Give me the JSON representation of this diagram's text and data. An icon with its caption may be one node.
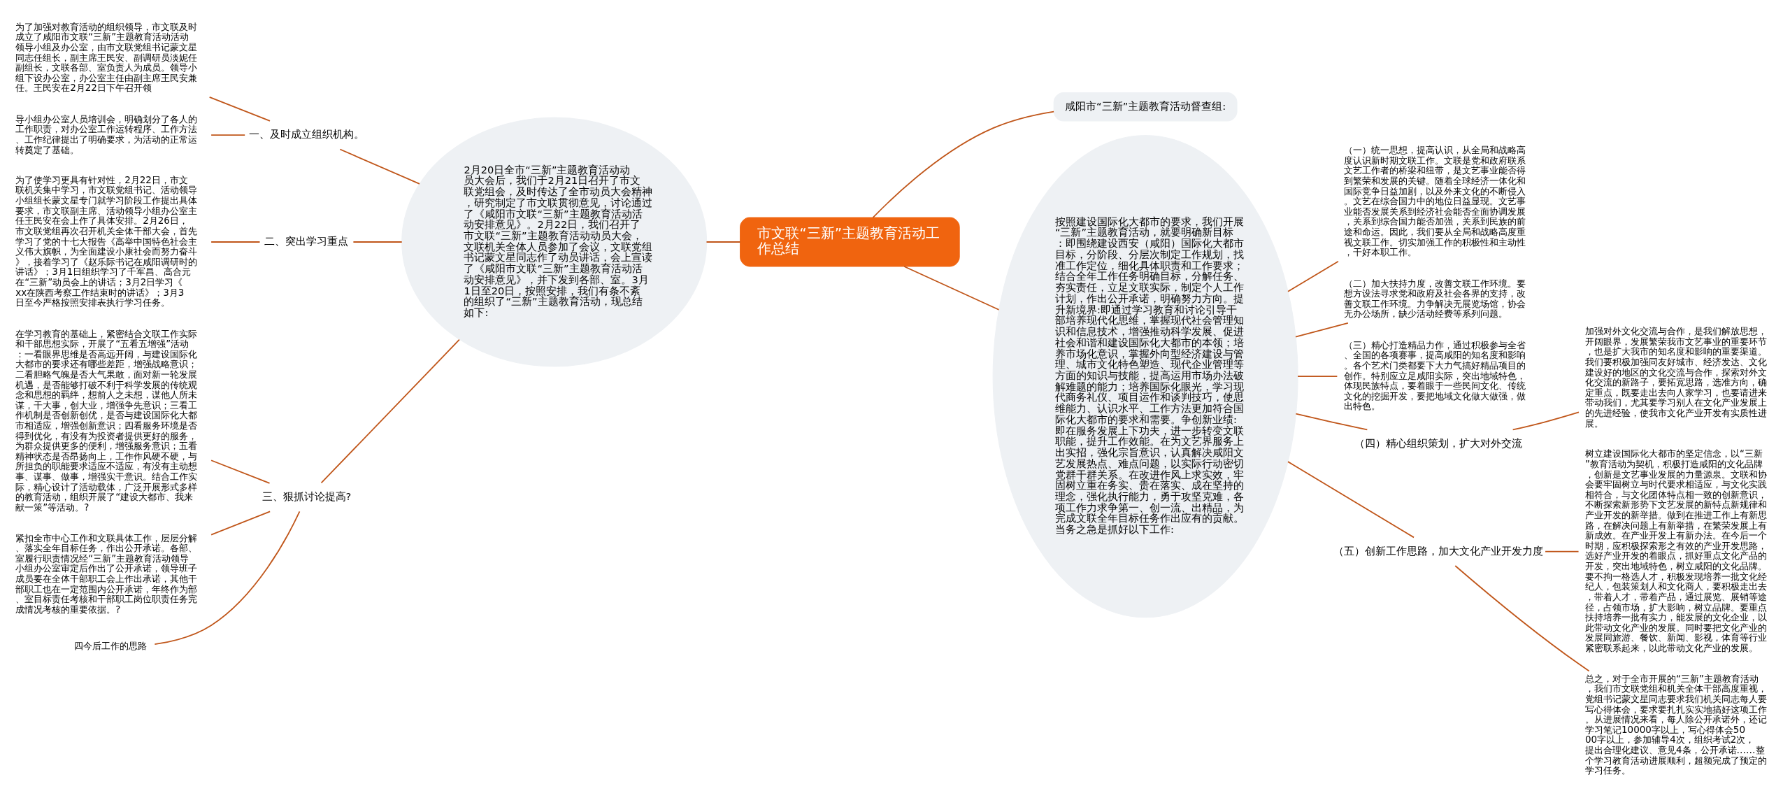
{
  "diagram": {
    "nodes": [
      {
        "text": [
          "市文联“三新”主题教育活动工作总结"
        ]
      },
      {
        "text": [
          "咸阳市“三新”主题教育活动督查组:"
        ]
      },
      {
        "text": [
          "2月20日全市“三新”主题教育活动动员大会后，我们于2月21日召开了市文联党组会，及时传达了全市动员大会精神，研究制定了市文联贯彻意见，讨论通过了《咸阳市文联“三新”主题教育活动活动安排意见》。2月22日，我们召开了市文联“三新”主题教育活动动员大会，文联机关全体人员参加了会议，文联党组书记蒙文星同志作了动员讲话，会上宣读了《咸阳市文联“三新”主题教育活动活动安排意见》，并下发到各部、室。3月1日至20日，按照安排，我们有条不紊的组织了“三新”主题教育活动，现总结如下:"
        ]
      },
      {
        "text": [
          "一、及时成立组织机构。"
        ]
      },
      {
        "text": [
          "为了加强对教育活动的组织领导，市文联及时成立了咸阳市文联“三新”主题教育活动活动领导小组及办公室，由市文联党组书记蒙文星同志任组长，副主席王民安、副调研员淡妮任副组长，文联各部、室负责人为成员。领导小组下设办公室，办公室主任由副主席王民安兼任。王民安在2月22日下午召开领"
        ]
      },
      {
        "text": [
          "导小组办公室人员培训会，明确划分了各人的工作职责，对办公室工作运转程序、工作方法、工作纪律提出了明确要求，为活动的正常运转奠定了基础。"
        ]
      },
      {
        "text": [
          "二、突出学习重点"
        ]
      },
      {
        "text": [
          "为了使学习更具有针对性，2月22日，市文联机关集中学习，市文联党组书记、活动领导小组组长蒙文星专门就学习阶段工作提出具体要求，市文联副主席、活动领导小组办公室主任王民安在会上作了具体安排。2月26日，市文联党组再次召开机关全体干部大会，首先学习了党的十七大报告《高举中国特色社会主义伟大旗帜，为全面建设小康社会而努力奋斗》，接着学习了《赵乐际书记在咸阳调研时的讲话》；3月1日组织学习了千军昌、高合元在“三新”动员会上的讲话；3月2日学习《xx在陕西考察工作结束时的讲话》；3月3日至今严格按照安排表执行学习任务。"
        ]
      },
      {
        "text": [
          "三、狠抓讨论提高?"
        ]
      },
      {
        "text": [
          "在学习教育的基础上，紧密结合文联工作实际和干部思想实际，开展了“五看五增强”活动：一看眼界思维是否高远开阔，与建设国际化大都市的要求还有哪些差距，增强战略意识；二看胆略气魄是否大气果敢，面对新一轮发展机遇，是否能够打破不利于科学发展的传统观念和思想的羁绊，想前人之未想，谋他人所未谋，干大事，创大业，增强争先意识；三看工作机制是否创新创优，是否与建设国际化大都市相适应，增强创新意识；四看服务环境是否得到优化，有没有为投资者提供更好的服务，为群众提供更多的便利，增强服务意识；五看精神状态是否昂扬向上，工作作风硬不硬，与所担负的职能要求适应不适应，有没有主动想事、谋事、做事，增强实干意识。结合工作实际，精心设计了活动载体，广泛开展形式多样的教育活动，组织开展了“建设大都市、我来献一策”等活动。?"
        ]
      },
      {
        "text": [
          "紧扣全市中心工作和文联具体工作，层层分解、落实全年目标任务，作出公开承诺。各部、室履行职责情况经“三新”主题教育活动领导小组办公室审定后作出了公开承诺，领导班子成员要在全体干部职工会上作出承诺，其他干部职工也在一定范围内公开承诺，年终作为部、室目标责任考核和干部职工岗位职责任务完成情况考核的重要依据。?"
        ]
      },
      {
        "text": [
          "四今后工作的思路"
        ]
      },
      {
        "text": [
          "按照建设国际化大都市的要求，我们开展“三新”主题教育活动，就要明确新目标：即围绕建设西安（咸阳）国际化大都市目标，分阶段、分层次制定工作规划，找准工作定位，细化具体职责和工作要求；结合全年工作任务明确目标，分解任务、夯实责任，立足文联实际，制定个人工作计划，作出公开承诺，明确努力方向。提升新境界:即通过学习教育和讨论引导干部培养现代化思维，掌握现代社会管理知识和信息技术，增强推动科学发展、促进社会和谐和建设国际化大都市的本领；培养市场化意识，掌握外向型经济建设与管理、城市文化特色塑造、现代企业管理等方面的知识与技能，提高运用市场办法破解难题的能力；培养国际化眼光，学习现代商务礼仪、项目运作和谈判技巧，使思维能力、认识水平、工作方法更加符合国际化大都市的要求和需要。争创新业绩:即在服务发展上下功夫，进一步转变文联职能，提升工作效能。在为文艺界服务上出实招，强化宗旨意识，认真解决咸阳文艺发展热点、难点问题，以实际行动密切党群干群关系。在改进作风上求实效，牢固树立重在务实、贵在落实、成在坚持的理念，强化执行能力，勇于攻坚克难，各项工作力求争第一、创一流、出精品，为完成文联全年目标任务作出应有的贡献。当务之急是抓好以下工作:"
        ]
      },
      {
        "text": [
          "（一）统一思想，提高认识，从全局和战略高度认识新时期文联工作。文联是党和政府联系文艺工作者的桥梁和纽带，是文艺事业能否得到繁荣和发展的关键。随着全球经济一体化和国际竞争日益加剧，以及外来文化的不断侵入。文艺在综合国力中的地位日益显现。文艺事业能否发展关系到经济社会能否全面协调发展，关系到综合国力能否加强，关系到民族的前途和命运。因此，我们要从全局和战略高度重视文联工作。切实加强工作的积极性和主动性，干好本职工作。"
        ]
      },
      {
        "text": [
          "（二）加大扶持力度，改善文联工作环境。要想方设法寻求党和政府及社会各界的支持，改善文联工作环境。力争解决无展览场馆，协会无办公场所，缺少活动经费等系列问题。"
        ]
      },
      {
        "text": [
          "（三）精心打造精品力作，通过积极参与全省、全国的各项赛事，提高咸阳的知名度和影响。各个艺术门类都要下大力气搞好精品项目的创作。特别应立足咸阳实际，突出地域特色，体现民族特点，要着眼于一些民间文化、传统文化的挖掘开发，要把地域文化做大做强，做出特色。"
        ]
      },
      {
        "text": [
          "（四）精心组织策划，扩大对外交流"
        ]
      },
      {
        "text": [
          "加强对外文化交流与合作，是我们解放思想，开阔眼界，发展繁荣我市文艺事业的重要环节，也是扩大我市的知名度和影响的重要渠道。我们要积极加强同友好城市、经济发达、文化建设好的地区的文化交流与合作，探索对外文化交流的新路子，要拓宽思路，选准方向，确定重点，既要走出去向人家学习，也要请进来带动我们，尤其要学习别人在文化产业发展上的先进经验，使我市文化产业开发有实质性进展。"
        ]
      },
      {
        "text": [
          "（五）创新工作思路，加大文化产业开发力度"
        ]
      },
      {
        "text": [
          "树立建设国际化大都市的坚定信念，以“三新”教育活动为契机，积极打造咸阳的文化品牌，创新是文艺事业发展的力量源泉。文联和协会要牢固树立与时代要求相适应，与文化实践相符合，与文化团体特点相一致的创新意识，不断探索新形势下文艺发展的新特点新规律和产业开发的新举措。做到在推进工作上有新思路，在解决问题上有新举措，在繁荣发展上有新成效。在产业开发上有新办法。在今后一个时期，应积极探索形之有效的产业开发思路，选好产业开发的着眼点，抓好重点文化产品的开发，突出地域特色，树立咸阳的文化品牌。要不拘一格选人才，积极发现培养一批文化经纪人，包装策划人和文化商人，要积极走出去，带着人才，带着产品，通过展览、展销等途径，占领市场，扩大影响，树立品牌。要重点扶持培养一批有实力，能发展的文化企业，以此带动文化产业的发展。同时要把文化产业的发展同旅游、餐饮、新闻、影视，体育等行业紧密联系起来，以此带动文化产业的发展。"
        ]
      },
      {
        "text": [
          "总之，对于全市开展的“三新”主题教育活动，我们市文联党组和机关全体干部高度重视，党组书记蒙文星同志要求我们机关同志每人要写心得体会，要求要扎扎实实地搞好这项工作。从进展情况来看，每人除公开承诺外，还记学习笔记10000字以上，写心得体会5000字以上，参加辅导4次，组织考试2次，提出合理化建议、意见4条，公开承诺……整个学习教育活动进展顺利，超额完成了预定的学习任务。"
        ]
      }
    ],
    "edges": [
      {
        "from": 0,
        "to": 1,
        "arrow": "none"
      },
      {
        "from": 0,
        "to": 2,
        "arrow": "none"
      },
      {
        "from": 2,
        "to": 3,
        "arrow": "none"
      },
      {
        "from": 3,
        "to": 4,
        "arrow": "none"
      },
      {
        "from": 3,
        "to": 5,
        "arrow": "none"
      },
      {
        "from": 2,
        "to": 6,
        "arrow": "none"
      },
      {
        "from": 6,
        "to": 7,
        "arrow": "none"
      },
      {
        "from": 2,
        "to": 8,
        "arrow": "none"
      },
      {
        "from": 8,
        "to": 9,
        "arrow": "none"
      },
      {
        "from": 8,
        "to": 10,
        "arrow": "none"
      },
      {
        "from": 8,
        "to": 11,
        "arrow": "none"
      },
      {
        "from": 0,
        "to": 12,
        "arrow": "none"
      },
      {
        "from": 12,
        "to": 13,
        "arrow": "none"
      },
      {
        "from": 12,
        "to": 14,
        "arrow": "none"
      },
      {
        "from": 12,
        "to": 15,
        "arrow": "none"
      },
      {
        "from": 12,
        "to": 16,
        "arrow": "none"
      },
      {
        "from": 16,
        "to": 17,
        "arrow": "none"
      },
      {
        "from": 12,
        "to": 18,
        "arrow": "none"
      },
      {
        "from": 18,
        "to": 19,
        "arrow": "none"
      },
      {
        "from": 18,
        "to": 20,
        "arrow": "none"
      }
    ]
  }
}
